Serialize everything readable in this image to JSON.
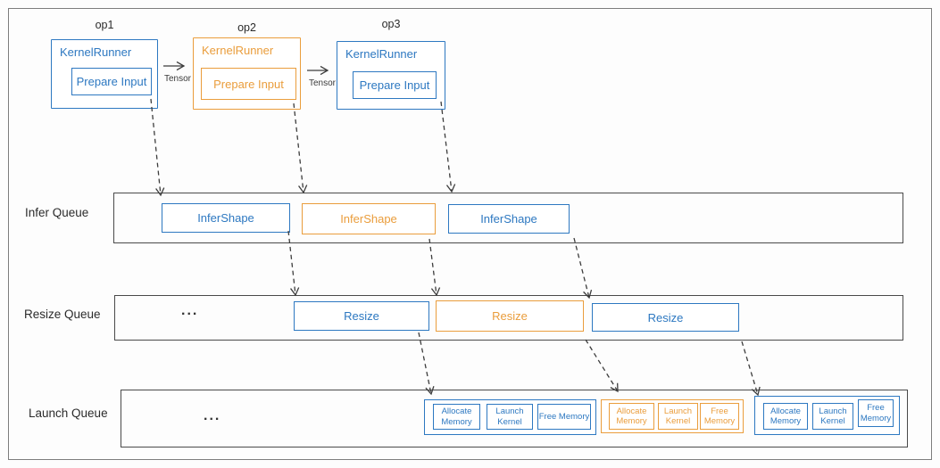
{
  "colors": {
    "blue": "#2d78c1",
    "orange": "#ea9d3c",
    "arrow": "#3c3c3c",
    "queue_border": "#4a4a4a"
  },
  "ops": [
    {
      "label": "op1",
      "color": "#2d78c1",
      "runner_label": "KernelRunner",
      "step_label": "Prepare Input"
    },
    {
      "label": "op2",
      "color": "#ea9d3c",
      "runner_label": "KernelRunner",
      "step_label": "Prepare Input"
    },
    {
      "label": "op3",
      "color": "#2d78c1",
      "runner_label": "KernelRunner",
      "step_label": "Prepare Input"
    }
  ],
  "tensor_arrows": [
    {
      "label": "Tensor"
    },
    {
      "label": "Tensor"
    }
  ],
  "infer_queue": {
    "label": "Infer Queue",
    "items": [
      {
        "label": "InferShape",
        "color": "#2d78c1"
      },
      {
        "label": "InferShape",
        "color": "#ea9d3c"
      },
      {
        "label": "InferShape",
        "color": "#2d78c1"
      }
    ]
  },
  "resize_queue": {
    "label": "Resize Queue",
    "ellipsis": "...",
    "items": [
      {
        "label": "Resize",
        "color": "#2d78c1"
      },
      {
        "label": "Resize",
        "color": "#ea9d3c"
      },
      {
        "label": "Resize",
        "color": "#2d78c1"
      }
    ]
  },
  "launch_queue": {
    "label": "Launch Queue",
    "ellipsis": "...",
    "groups": [
      {
        "color": "#2d78c1",
        "steps": [
          {
            "label": "Allocate Memory"
          },
          {
            "label": "Launch Kernel"
          },
          {
            "label": "Free Memory"
          }
        ]
      },
      {
        "color": "#ea9d3c",
        "steps": [
          {
            "label": "Allocate Memory"
          },
          {
            "label": "Launch Kernel"
          },
          {
            "label": "Free Memory"
          }
        ]
      },
      {
        "color": "#2d78c1",
        "steps": [
          {
            "label": "Allocate Memory"
          },
          {
            "label": "Launch Kernel"
          },
          {
            "label": "Free Memory"
          }
        ]
      }
    ]
  }
}
